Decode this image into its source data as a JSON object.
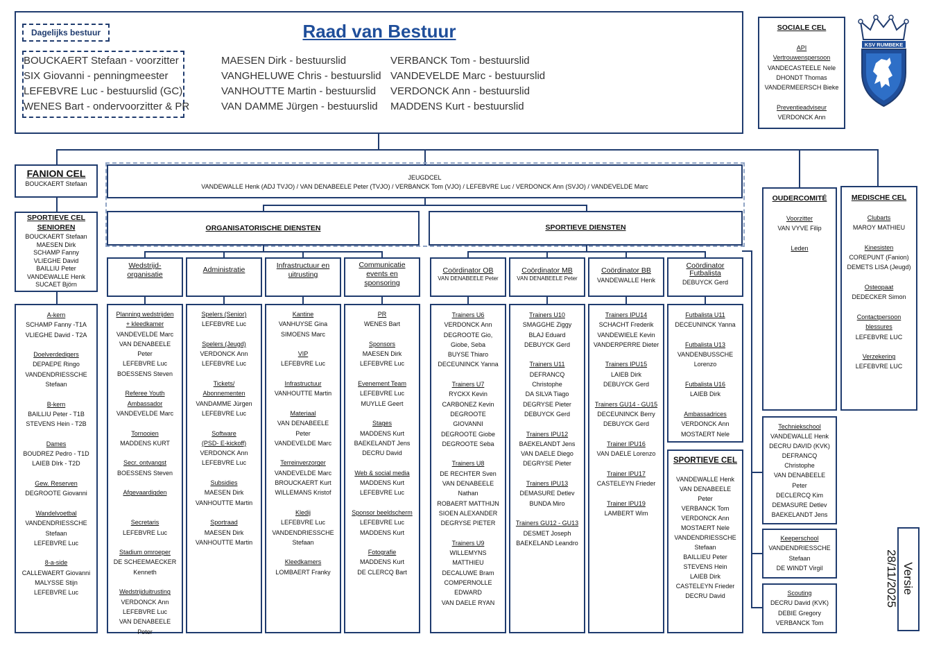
{
  "raad": {
    "title": "Raad van Bestuur",
    "dagelijks_label": "Dagelijks bestuur",
    "dagelijks_members": [
      "BOUCKAERT Stefaan - voorzitter",
      "SIX Giovanni - penningmeester",
      "LEFEBVRE Luc - bestuurslid (GC)",
      "WENES Bart - ondervoorzitter & PR"
    ],
    "col2": [
      "MAESEN Dirk - bestuurslid",
      "VANGHELUWE Chris - bestuurslid",
      "VANHOUTTE Martin - bestuurslid",
      "VAN DAMME Jürgen - bestuurslid"
    ],
    "col3": [
      "VERBANCK Tom - bestuurslid",
      "VANDEVELDE Marc - bestuurslid",
      "VERDONCK Ann - bestuurslid",
      "MADDENS Kurt - bestuurslid"
    ]
  },
  "sociale_cel": {
    "title": "SOCIALE CEL",
    "lines": [
      {
        "t": "API",
        "u": true
      },
      {
        "t": "Vertrouwenspersoon",
        "u": true
      },
      {
        "t": "VANDECASTEELE Nele"
      },
      {
        "t": "DHONDT Thomas"
      },
      {
        "t": "VANDERMEERSCH Bieke"
      },
      {
        "t": ""
      },
      {
        "t": "Preventieadviseur",
        "u": true
      },
      {
        "t": "VERDONCK Ann"
      }
    ]
  },
  "logo": {
    "text": "KSV RUMBEKE"
  },
  "fanion": {
    "title": "FANION CEL",
    "name": "BOUCKAERT Stefaan"
  },
  "sportieve_senioren": {
    "title1": "SPORTIEVE CEL",
    "title2": "SENIOREN",
    "members": [
      "BOUCKAERT Stefaan",
      "MAESEN Dirk",
      "SCHAMP Fanny",
      "VLIEGHE David",
      "BAILLIU Peter",
      "VANDEWALLE Henk",
      "SUCAET Björn"
    ]
  },
  "jeugdcel": {
    "title": "JEUGDCEL",
    "members": "VANDEWALLE Henk (ADJ TVJO) /  VAN DENABEELE Peter (TVJO) / VERBANCK Tom (VJO) / LEFEBVRE Luc / VERDONCK Ann (SVJO) / VANDEVELDE Marc"
  },
  "org_diensten": "ORGANISATORISCHE DIENSTEN",
  "sport_diensten": "SPORTIEVE DIENSTEN",
  "oudercomite": {
    "title": "OUDERCOMITÉ",
    "lines": [
      {
        "t": "Voorzitter",
        "u": true
      },
      {
        "t": "VAN VYVE Filip"
      },
      {
        "t": ""
      },
      {
        "t": "Leden",
        "u": true
      }
    ]
  },
  "medische_cel": {
    "title": "MEDISCHE CEL",
    "lines": [
      {
        "t": "Clubarts",
        "u": true
      },
      {
        "t": "MAROY MATHIEU"
      },
      {
        "t": ""
      },
      {
        "t": "Kinesisten",
        "u": true
      },
      {
        "t": "COREPUNT (Fanion)"
      },
      {
        "t": "DEMETS LISA (Jeugd)"
      },
      {
        "t": ""
      },
      {
        "t": "Osteopaat",
        "u": true
      },
      {
        "t": "DEDECKER Simon"
      },
      {
        "t": ""
      },
      {
        "t": "Contactpersoon",
        "u": true
      },
      {
        "t": "blessures",
        "u": true
      },
      {
        "t": "LEFEBVRE LUC"
      },
      {
        "t": ""
      },
      {
        "t": "Verzekering",
        "u": true
      },
      {
        "t": "LEFEBVRE LUC"
      }
    ]
  },
  "org_headers": [
    {
      "lines": [
        "Wedstrijd-",
        "organisatie"
      ]
    },
    {
      "lines": [
        "Administratie"
      ]
    },
    {
      "lines": [
        "Infrastructuur en",
        "uitrusting"
      ]
    },
    {
      "lines": [
        "Communicatie",
        "events en",
        "sponsoring"
      ]
    }
  ],
  "coord_headers": [
    {
      "title": [
        "Coördinator OB"
      ],
      "name": "VAN DENABEELE Peter"
    },
    {
      "title": [
        "Coördinator MB"
      ],
      "name": "VAN DENABEELE Peter"
    },
    {
      "title": [
        "Coördinator BB"
      ],
      "name": "VANDEWALLE Henk"
    },
    {
      "title": [
        "Coördinator",
        "Futbalista"
      ],
      "name": "DEBUYCK Gerd"
    }
  ],
  "teams": [
    {
      "t": "A-kern",
      "u": true
    },
    {
      "t": "SCHAMP Fanny -T1A"
    },
    {
      "t": "VLIEGHE David - T2A"
    },
    {
      "t": ""
    },
    {
      "t": "Doelverdedigers",
      "u": true
    },
    {
      "t": "DEPAEPE Ringo"
    },
    {
      "t": "VANDENDRIESSCHE"
    },
    {
      "t": "Stefaan"
    },
    {
      "t": ""
    },
    {
      "t": "B-kern",
      "u": true
    },
    {
      "t": "BAILLIU Peter - T1B"
    },
    {
      "t": "STEVENS Hein - T2B"
    },
    {
      "t": ""
    },
    {
      "t": "Dames",
      "u": true
    },
    {
      "t": "BOUDREZ Pedro - T1D"
    },
    {
      "t": "LAIEB DIrk - T2D"
    },
    {
      "t": ""
    },
    {
      "t": "Gew. Reserven",
      "u": true
    },
    {
      "t": "DEGROOTE Giovanni"
    },
    {
      "t": ""
    },
    {
      "t": "Wandelvoetbal",
      "u": true
    },
    {
      "t": "VANDENDRIESSCHE"
    },
    {
      "t": "Stefaan"
    },
    {
      "t": "LEFEBVRE Luc"
    },
    {
      "t": ""
    },
    {
      "t": "8-a-side",
      "u": true
    },
    {
      "t": "CALLEWAERT Giovanni"
    },
    {
      "t": "MALYSSE Stijn"
    },
    {
      "t": "LEFEBVRE  Luc"
    }
  ],
  "col_wedstrijd": [
    {
      "t": "Planning wedstrijden",
      "u": true
    },
    {
      "t": "+ kleedkamer",
      "u": true
    },
    {
      "t": "VANDEVELDE Marc"
    },
    {
      "t": "VAN DENABEELE"
    },
    {
      "t": "Peter"
    },
    {
      "t": "LEFEBVRE Luc"
    },
    {
      "t": "BOESSENS Steven"
    },
    {
      "t": ""
    },
    {
      "t": "Referee Youth",
      "u": true
    },
    {
      "t": "Ambassador",
      "u": true
    },
    {
      "t": "VANDEVELDE Marc"
    },
    {
      "t": ""
    },
    {
      "t": "Tornooien",
      "u": true
    },
    {
      "t": "MADDENS KURT"
    },
    {
      "t": ""
    },
    {
      "t": "Secr. ontvangst",
      "u": true
    },
    {
      "t": "BOESSENS Steven"
    },
    {
      "t": ""
    },
    {
      "t": "Afgevaardigden",
      "u": true
    },
    {
      "t": ""
    },
    {
      "t": ""
    },
    {
      "t": "Secretaris",
      "u": true
    },
    {
      "t": "LEFEBVRE Luc"
    },
    {
      "t": ""
    },
    {
      "t": "Stadium omroeper",
      "u": true
    },
    {
      "t": "DE SCHEEMAECKER"
    },
    {
      "t": "Kenneth"
    },
    {
      "t": ""
    },
    {
      "t": "Wedstrijduitrusting",
      "u": true
    },
    {
      "t": "VERDONCK Ann"
    },
    {
      "t": "LEFEBVRE Luc"
    },
    {
      "t": "VAN DENABEELE"
    },
    {
      "t": "Peter"
    }
  ],
  "col_admin": [
    {
      "t": "Spelers (Senior)",
      "u": true
    },
    {
      "t": "LEFEBVRE Luc"
    },
    {
      "t": ""
    },
    {
      "t": "Spelers (Jeugd)",
      "u": true
    },
    {
      "t": "VERDONCK Ann"
    },
    {
      "t": "LEFEBVRE Luc"
    },
    {
      "t": ""
    },
    {
      "t": "Tickets/",
      "u": true
    },
    {
      "t": "Abonnementen",
      "u": true
    },
    {
      "t": "VANDAMME Jürgen"
    },
    {
      "t": "LEFEBVRE Luc"
    },
    {
      "t": ""
    },
    {
      "t": "Software",
      "u": true
    },
    {
      "t": "(PSD- E-kickoff)",
      "u": true
    },
    {
      "t": "VERDONCK Ann"
    },
    {
      "t": "LEFEBVRE Luc"
    },
    {
      "t": ""
    },
    {
      "t": "Subsidies",
      "u": true
    },
    {
      "t": "MAESEN Dirk"
    },
    {
      "t": "VANHOUTTE Martin"
    },
    {
      "t": ""
    },
    {
      "t": "Sportraad",
      "u": true
    },
    {
      "t": "MAESEN Dirk"
    },
    {
      "t": "VANHOUTTE Martin"
    }
  ],
  "col_infra": [
    {
      "t": "Kantine",
      "u": true
    },
    {
      "t": "VANHUYSE Gina"
    },
    {
      "t": "SIMOENS Marc"
    },
    {
      "t": ""
    },
    {
      "t": "VIP",
      "u": true
    },
    {
      "t": "LEFEBVRE Luc"
    },
    {
      "t": ""
    },
    {
      "t": "Infrastructuur",
      "u": true
    },
    {
      "t": "VANHOUTTE Martin"
    },
    {
      "t": ""
    },
    {
      "t": "Materiaal",
      "u": true
    },
    {
      "t": "VAN DENABEELE"
    },
    {
      "t": "Peter"
    },
    {
      "t": "VANDEVELDE Marc"
    },
    {
      "t": ""
    },
    {
      "t": "Terreinverzorger",
      "u": true
    },
    {
      "t": "VANDEVELDE Marc"
    },
    {
      "t": "BROUCKAERT Kurt"
    },
    {
      "t": "WILLEMANS Kristof"
    },
    {
      "t": ""
    },
    {
      "t": "Kledij",
      "u": true
    },
    {
      "t": "LEFEBVRE Luc"
    },
    {
      "t": "VANDENDRIESSCHE"
    },
    {
      "t": "Stefaan"
    },
    {
      "t": ""
    },
    {
      "t": "Kleedkamers",
      "u": true
    },
    {
      "t": "LOMBAERT Franky"
    }
  ],
  "col_comm": [
    {
      "t": "PR",
      "u": true
    },
    {
      "t": "WENES Bart"
    },
    {
      "t": ""
    },
    {
      "t": "Sponsors",
      "u": true
    },
    {
      "t": "MAESEN Dirk"
    },
    {
      "t": "LEFEBVRE Luc"
    },
    {
      "t": ""
    },
    {
      "t": "Evenement Team",
      "u": true
    },
    {
      "t": "LEFEBVRE Luc"
    },
    {
      "t": "MUYLLE Geert"
    },
    {
      "t": ""
    },
    {
      "t": "Stages",
      "u": true
    },
    {
      "t": "MADDENS Kurt"
    },
    {
      "t": "BAEKELANDT Jens"
    },
    {
      "t": "DECRU David"
    },
    {
      "t": ""
    },
    {
      "t": "Web & social media",
      "u": true
    },
    {
      "t": "MADDENS Kurt"
    },
    {
      "t": "LEFEBVRE Luc"
    },
    {
      "t": ""
    },
    {
      "t": "Sponsor beeldscherm",
      "u": true
    },
    {
      "t": "LEFEBVRE Luc"
    },
    {
      "t": "MADDENS Kurt"
    },
    {
      "t": ""
    },
    {
      "t": "Fotografie",
      "u": true
    },
    {
      "t": "MADDENS Kurt"
    },
    {
      "t": "DE CLERCQ Bart"
    }
  ],
  "col_ob": [
    {
      "t": "Trainers U6",
      "u": true
    },
    {
      "t": "VERDONCK Ann"
    },
    {
      "t": "DEGROOTE Gio,"
    },
    {
      "t": "Giobe, Seba"
    },
    {
      "t": "BUYSE Thiaro"
    },
    {
      "t": "DECEUNINCK Yanna"
    },
    {
      "t": ""
    },
    {
      "t": "Trainers U7",
      "u": true
    },
    {
      "t": "RYCKX Kevin"
    },
    {
      "t": "CARBONEZ Kevin"
    },
    {
      "t": "DEGROOTE"
    },
    {
      "t": "GIOVANNI"
    },
    {
      "t": "DEGROOTE Giobe"
    },
    {
      "t": "DEGROOTE Seba"
    },
    {
      "t": ""
    },
    {
      "t": "Trainers U8",
      "u": true
    },
    {
      "t": "DE RECHTER Sven"
    },
    {
      "t": "VAN DENABEELE"
    },
    {
      "t": "Nathan"
    },
    {
      "t": "ROBAERT MATTHIJN"
    },
    {
      "t": "SIOEN ALEXANDER"
    },
    {
      "t": "DEGRYSE PIETER"
    },
    {
      "t": ""
    },
    {
      "t": "Trainers U9",
      "u": true
    },
    {
      "t": "WILLEMYNS"
    },
    {
      "t": "MATTHIEU"
    },
    {
      "t": "DECALUWE Bram"
    },
    {
      "t": "COMPERNOLLE"
    },
    {
      "t": "EDWARD"
    },
    {
      "t": "VAN DAELE RYAN"
    }
  ],
  "col_mb": [
    {
      "t": "Trainers U10",
      "u": true
    },
    {
      "t": "SMAGGHE Ziggy"
    },
    {
      "t": "BLAJ Eduard"
    },
    {
      "t": "DEBUYCK Gerd"
    },
    {
      "t": ""
    },
    {
      "t": "Trainers U11",
      "u": true
    },
    {
      "t": "DEFRANCQ"
    },
    {
      "t": "Christophe"
    },
    {
      "t": "DA SILVA Tiago"
    },
    {
      "t": "DEGRYSE Pieter"
    },
    {
      "t": "DEBUYCK Gerd"
    },
    {
      "t": ""
    },
    {
      "t": "Trainers IPU12",
      "u": true
    },
    {
      "t": "BAEKELANDT Jens"
    },
    {
      "t": "VAN DAELE Diego"
    },
    {
      "t": "DEGRYSE Pieter"
    },
    {
      "t": ""
    },
    {
      "t": "Trainers IPU13",
      "u": true
    },
    {
      "t": "DEMASURE Detlev"
    },
    {
      "t": "BUNDA Miro"
    },
    {
      "t": ""
    },
    {
      "t": "Trainers GU12 - GU13",
      "u": true
    },
    {
      "t": "DESMET Joseph"
    },
    {
      "t": "BAEKELAND Leandro"
    }
  ],
  "col_bb": [
    {
      "t": "Trainers IPU14",
      "u": true
    },
    {
      "t": "SCHACHT Frederik"
    },
    {
      "t": "VANDEWIELE Kevin"
    },
    {
      "t": "VANDERPERRE Dieter"
    },
    {
      "t": ""
    },
    {
      "t": "Trainers IPU15",
      "u": true
    },
    {
      "t": "LAIEB Dirk"
    },
    {
      "t": "DEBUYCK Gerd"
    },
    {
      "t": ""
    },
    {
      "t": "Trainers GU14 - GU15",
      "u": true
    },
    {
      "t": "DECEUNINCK Berry"
    },
    {
      "t": "DEBUYCK Gerd"
    },
    {
      "t": ""
    },
    {
      "t": "Trainer IPU16",
      "u": true
    },
    {
      "t": "VAN DAELE Lorenzo"
    },
    {
      "t": ""
    },
    {
      "t": "Trainer IPU17",
      "u": true
    },
    {
      "t": "CASTELEYN Frieder"
    },
    {
      "t": ""
    },
    {
      "t": "Trainer IPU19",
      "u": true
    },
    {
      "t": "LAMBERT Wim"
    }
  ],
  "col_fut": [
    {
      "t": "Futbalista U11",
      "u": true
    },
    {
      "t": "DECEUNINCK Yanna"
    },
    {
      "t": ""
    },
    {
      "t": "Futbalista U13",
      "u": true
    },
    {
      "t": "VANDENBUSSCHE"
    },
    {
      "t": "Lorenzo"
    },
    {
      "t": ""
    },
    {
      "t": "Futbalista U16",
      "u": true
    },
    {
      "t": "LAIEB Dirk"
    },
    {
      "t": ""
    },
    {
      "t": "Ambassadrices",
      "u": true
    },
    {
      "t": "VERDONCK Ann"
    },
    {
      "t": "MOSTAERT Nele"
    }
  ],
  "sportieve_cel": {
    "title": "SPORTIEVE CEL",
    "members": [
      "VANDEWALLE Henk",
      "VAN DENABEELE",
      "Peter",
      "VERBANCK Tom",
      "VERDONCK Ann",
      "MOSTAERT Nele",
      "VANDENDRIESSCHE",
      "Stefaan",
      "BAILLIEU Peter",
      "STEVENS Hein",
      "LAIEB Dirk",
      "CASTELEYN Frieder",
      "DECRU David"
    ]
  },
  "techniekschool": {
    "lines": [
      {
        "t": "Techniekschool",
        "u": true
      },
      {
        "t": "VANDEWALLE Henk"
      },
      {
        "t": "DECRU DAVID (KVK)"
      },
      {
        "t": "DEFRANCQ"
      },
      {
        "t": "Christophe"
      },
      {
        "t": "VAN DENABEELE"
      },
      {
        "t": "Peter"
      },
      {
        "t": "DECLERCQ Kim"
      },
      {
        "t": "DEMASURE Detlev"
      },
      {
        "t": "BAEKELANDT Jens"
      }
    ]
  },
  "keeperschool": {
    "lines": [
      {
        "t": "Keeperschool",
        "u": true
      },
      {
        "t": "VANDENDRIESSCHE"
      },
      {
        "t": "Stefaan"
      },
      {
        "t": "DE WINDT Virgil"
      }
    ]
  },
  "scouting": {
    "lines": [
      {
        "t": "Scouting",
        "u": true
      },
      {
        "t": "DECRU David (KVK)"
      },
      {
        "t": "DEBIE Gregory"
      },
      {
        "t": "VERBANCK Tom"
      }
    ]
  },
  "versie": "Versie 28/11/2025",
  "colors": {
    "primary": "#1f3b6e",
    "title": "#1f4e9a"
  }
}
